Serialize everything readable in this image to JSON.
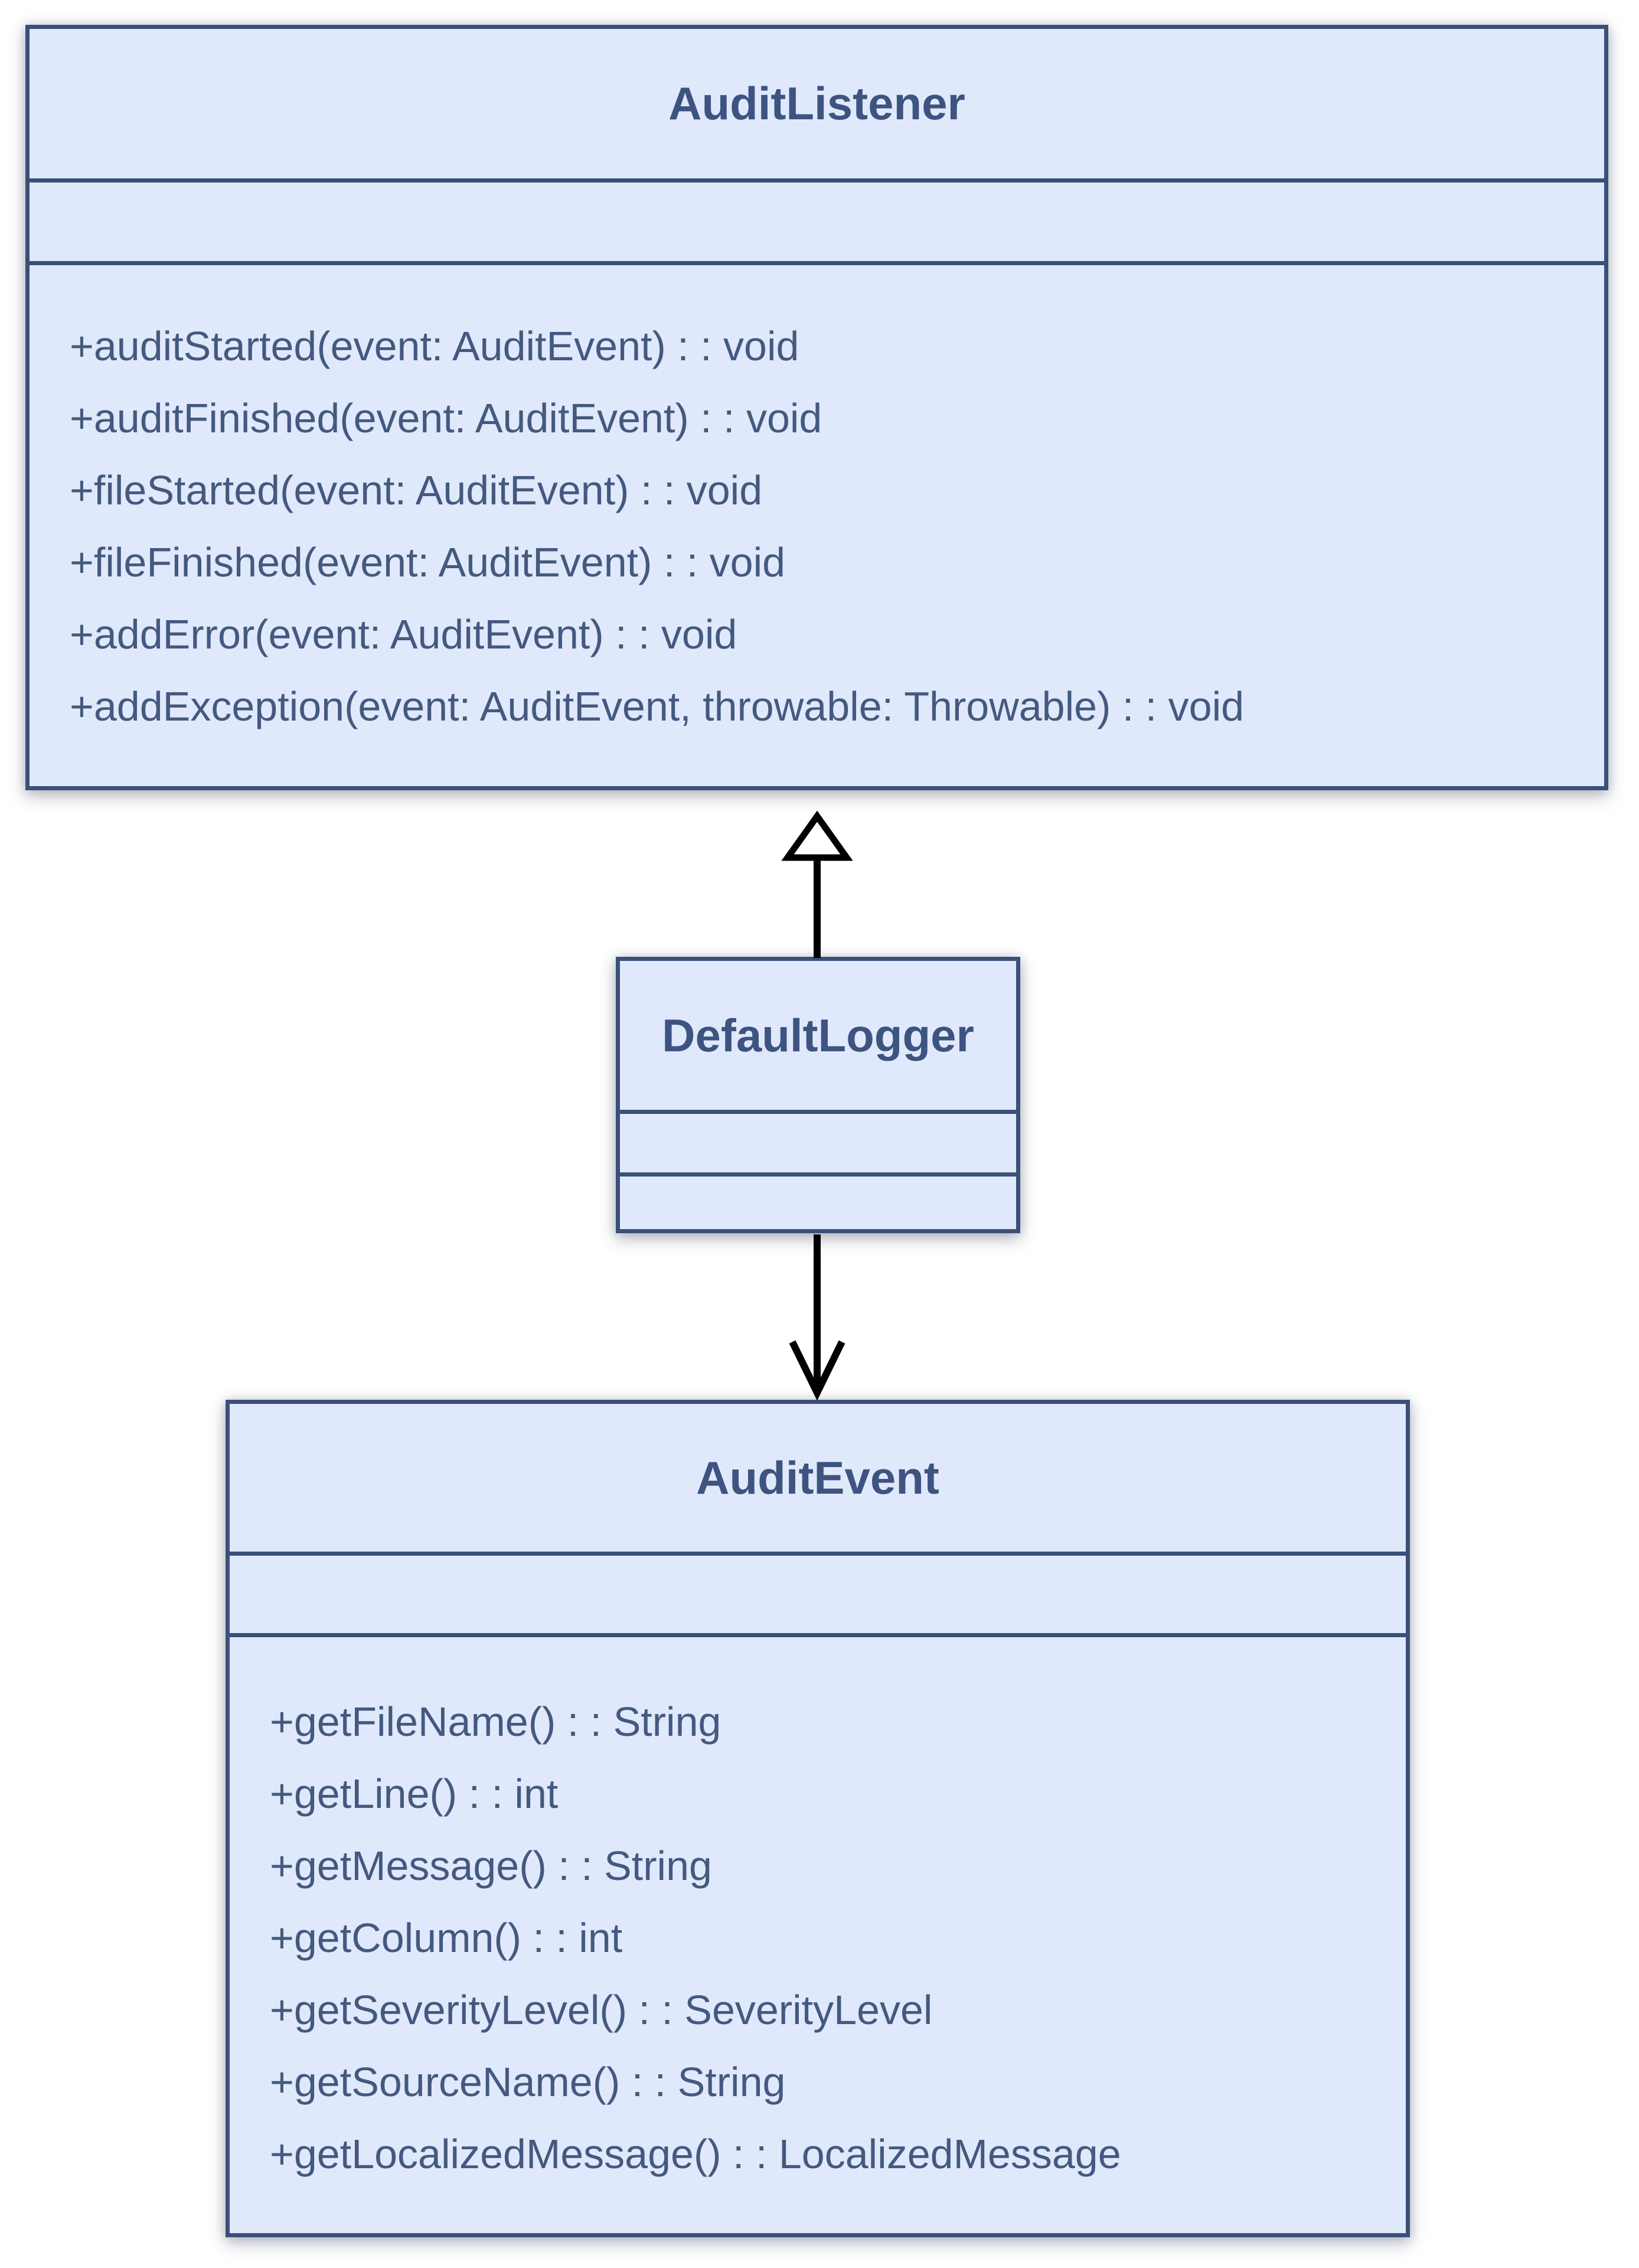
{
  "diagram": {
    "classes": [
      {
        "name": "AuditListener",
        "attributes": [],
        "methods": [
          "+auditStarted(event: AuditEvent) : : void",
          "+auditFinished(event: AuditEvent) : : void",
          "+fileStarted(event: AuditEvent) : : void",
          "+fileFinished(event: AuditEvent) : : void",
          "+addError(event: AuditEvent) : : void",
          "+addException(event: AuditEvent, throwable: Throwable) : : void"
        ]
      },
      {
        "name": "DefaultLogger",
        "attributes": [],
        "methods": []
      },
      {
        "name": "AuditEvent",
        "attributes": [],
        "methods": [
          "+getFileName() : : String",
          "+getLine() : : int",
          "+getMessage() : : String",
          "+getColumn() : : int",
          "+getSeverityLevel() : : SeverityLevel",
          "+getSourceName() : : String",
          "+getLocalizedMessage() : : LocalizedMessage"
        ]
      }
    ],
    "relationships": [
      {
        "from": "DefaultLogger",
        "to": "AuditListener",
        "type": "realization",
        "arrowhead": "hollow-triangle"
      },
      {
        "from": "DefaultLogger",
        "to": "AuditEvent",
        "type": "directed-association",
        "arrowhead": "open-v"
      }
    ],
    "colors": {
      "class_fill": "#e0e8fb",
      "class_border": "#3b5078",
      "title_text": "#3d5480",
      "method_text": "#44597f",
      "arrow": "#000000",
      "background": "#ffffff"
    }
  }
}
